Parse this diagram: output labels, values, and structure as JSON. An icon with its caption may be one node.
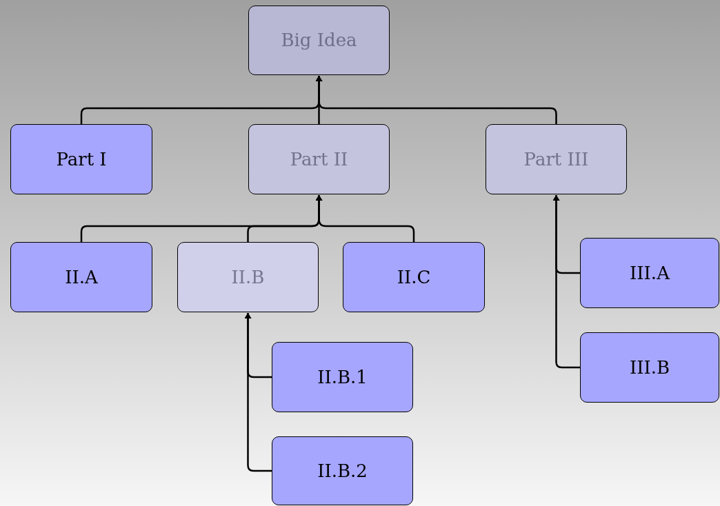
{
  "diagram": {
    "nodes": [
      {
        "text": [
          "Big Idea"
        ]
      },
      {
        "text": [
          "Part I"
        ]
      },
      {
        "text": [
          "Part II"
        ]
      },
      {
        "text": [
          "Part III"
        ]
      },
      {
        "text": [
          "II.A"
        ]
      },
      {
        "text": [
          "II.B"
        ]
      },
      {
        "text": [
          "II.C"
        ]
      },
      {
        "text": [
          "II.B.1"
        ]
      },
      {
        "text": [
          "II.B.2"
        ]
      },
      {
        "text": [
          "III.A"
        ]
      },
      {
        "text": [
          "III.B"
        ]
      }
    ],
    "edges": [
      {
        "from": 1,
        "to": 0,
        "arrow": "to"
      },
      {
        "from": 2,
        "to": 0,
        "arrow": "to"
      },
      {
        "from": 3,
        "to": 0,
        "arrow": "to"
      },
      {
        "from": 4,
        "to": 2,
        "arrow": "to"
      },
      {
        "from": 5,
        "to": 2,
        "arrow": "to"
      },
      {
        "from": 6,
        "to": 2,
        "arrow": "to"
      },
      {
        "from": 7,
        "to": 5,
        "arrow": "to"
      },
      {
        "from": 8,
        "to": 5,
        "arrow": "to"
      },
      {
        "from": 9,
        "to": 3,
        "arrow": "to"
      },
      {
        "from": 10,
        "to": 3,
        "arrow": "to"
      }
    ]
  }
}
